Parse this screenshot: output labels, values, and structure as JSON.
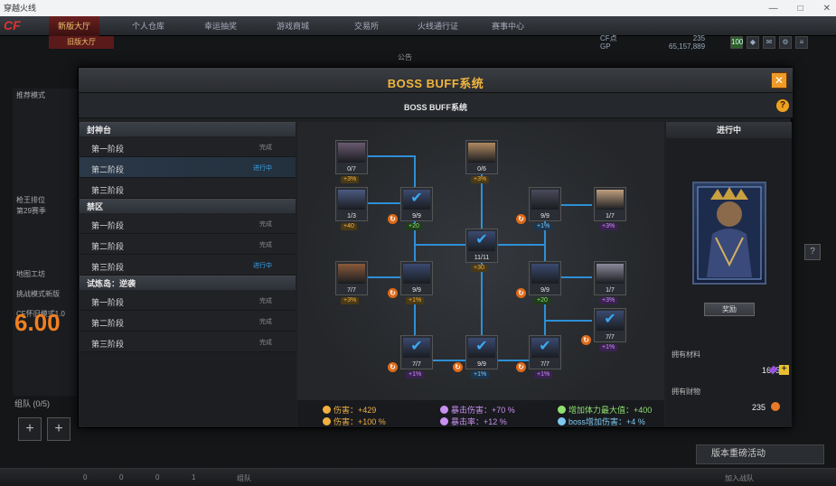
{
  "window": {
    "title": "穿越火线",
    "controls": [
      "—",
      "□",
      "✕"
    ]
  },
  "topnav": {
    "logo": "CF",
    "items": [
      "新版大厅",
      "个人仓库",
      "幸运抽奖",
      "游戏商城",
      "交易所",
      "火线通行证",
      "赛事中心"
    ],
    "sub_tab": "旧版大厅",
    "stat_labels": [
      "CF点",
      "GP"
    ],
    "stat_values": [
      "235",
      "65,157,889"
    ],
    "badge": "100"
  },
  "bg": {
    "notice": "公告",
    "mode_label": "推荐模式",
    "left_labels": [
      "枪王排位",
      "第29赛季",
      "地图工坊",
      "挑战模式新版"
    ],
    "cf_text": "6.00",
    "cf_label": "CF怀旧模式1.0",
    "team": "组队 (0/5)",
    "promo": "版本重磅活动",
    "bottom": [
      "0",
      "0",
      "0",
      "1",
      "组队",
      "加入战队"
    ]
  },
  "modal": {
    "title": "BOSS BUFF系统",
    "subtitle": "BOSS BUFF系统",
    "close": "✕",
    "help": "?"
  },
  "stage_groups": [
    {
      "name": "封神台",
      "stages": [
        {
          "name": "第一阶段",
          "status": "完成",
          "selected": false
        },
        {
          "name": "第二阶段",
          "status": "进行中",
          "selected": true
        },
        {
          "name": "第三阶段",
          "status": "",
          "selected": false
        }
      ]
    },
    {
      "name": "禁区",
      "stages": [
        {
          "name": "第一阶段",
          "status": "完成",
          "selected": false
        },
        {
          "name": "第二阶段",
          "status": "完成",
          "selected": false
        },
        {
          "name": "第三阶段",
          "status": "进行中",
          "selected": false
        }
      ]
    },
    {
      "name": "试炼岛：逆袭",
      "stages": [
        {
          "name": "第一阶段",
          "status": "完成",
          "selected": false
        },
        {
          "name": "第二阶段",
          "status": "完成",
          "selected": false
        },
        {
          "name": "第三阶段",
          "status": "完成",
          "selected": false
        }
      ]
    }
  ],
  "tree": {
    "nodes": [
      {
        "count": "0/7",
        "buff": "+3%",
        "type": "atk",
        "checked": false,
        "refresh": false
      },
      {
        "count": "0/6",
        "buff": "+3%",
        "type": "atk",
        "checked": false,
        "refresh": false
      },
      {
        "count": "1/3",
        "buff": "+40",
        "type": "atk",
        "checked": false,
        "refresh": false
      },
      {
        "count": "9/9",
        "buff": "+20",
        "type": "hp",
        "checked": true,
        "refresh": true
      },
      {
        "count": "9/9",
        "buff": "+1%",
        "type": "boss",
        "checked": false,
        "refresh": true
      },
      {
        "count": "1/7",
        "buff": "+3%",
        "type": "crit",
        "checked": false,
        "refresh": false
      },
      {
        "count": "11/11",
        "buff": "+30",
        "type": "atk",
        "checked": true,
        "refresh": false
      },
      {
        "count": "7/7",
        "buff": "+3%",
        "type": "atk",
        "checked": false,
        "refresh": false
      },
      {
        "count": "9/9",
        "buff": "+1%",
        "type": "atk",
        "checked": false,
        "refresh": true
      },
      {
        "count": "9/9",
        "buff": "+20",
        "type": "hp",
        "checked": false,
        "refresh": true
      },
      {
        "count": "1/7",
        "buff": "+3%",
        "type": "crit",
        "checked": false,
        "refresh": false
      },
      {
        "count": "7/7",
        "buff": "+1%",
        "type": "crit",
        "checked": true,
        "refresh": true
      },
      {
        "count": "7/7",
        "buff": "+1%",
        "type": "crit",
        "checked": true,
        "refresh": true
      },
      {
        "count": "9/9",
        "buff": "+1%",
        "type": "boss",
        "checked": true,
        "refresh": true
      },
      {
        "count": "7/7",
        "buff": "+1%",
        "type": "crit",
        "checked": true,
        "refresh": true
      }
    ],
    "summary": [
      {
        "label": "伤害：+429",
        "color": "#f0b040"
      },
      {
        "label": "伤害：+100 %",
        "color": "#f0b040"
      },
      {
        "label": "暴击伤害：+70 %",
        "color": "#c890f0"
      },
      {
        "label": "暴击率：+12 %",
        "color": "#c890f0"
      },
      {
        "label": "增加体力最大值：+400",
        "color": "#8fe070"
      },
      {
        "label": "boss增加伤害：+4 %",
        "color": "#80c8f0"
      }
    ]
  },
  "right": {
    "status": "进行中",
    "reward": "奖励",
    "material_label": "拥有材料",
    "material_value": "1645",
    "wealth_label": "拥有财物",
    "wealth_value": "235"
  },
  "colors": {
    "accent": "#f2b63c",
    "progress": "#3aa8f0",
    "line": "#2e9ae8"
  }
}
